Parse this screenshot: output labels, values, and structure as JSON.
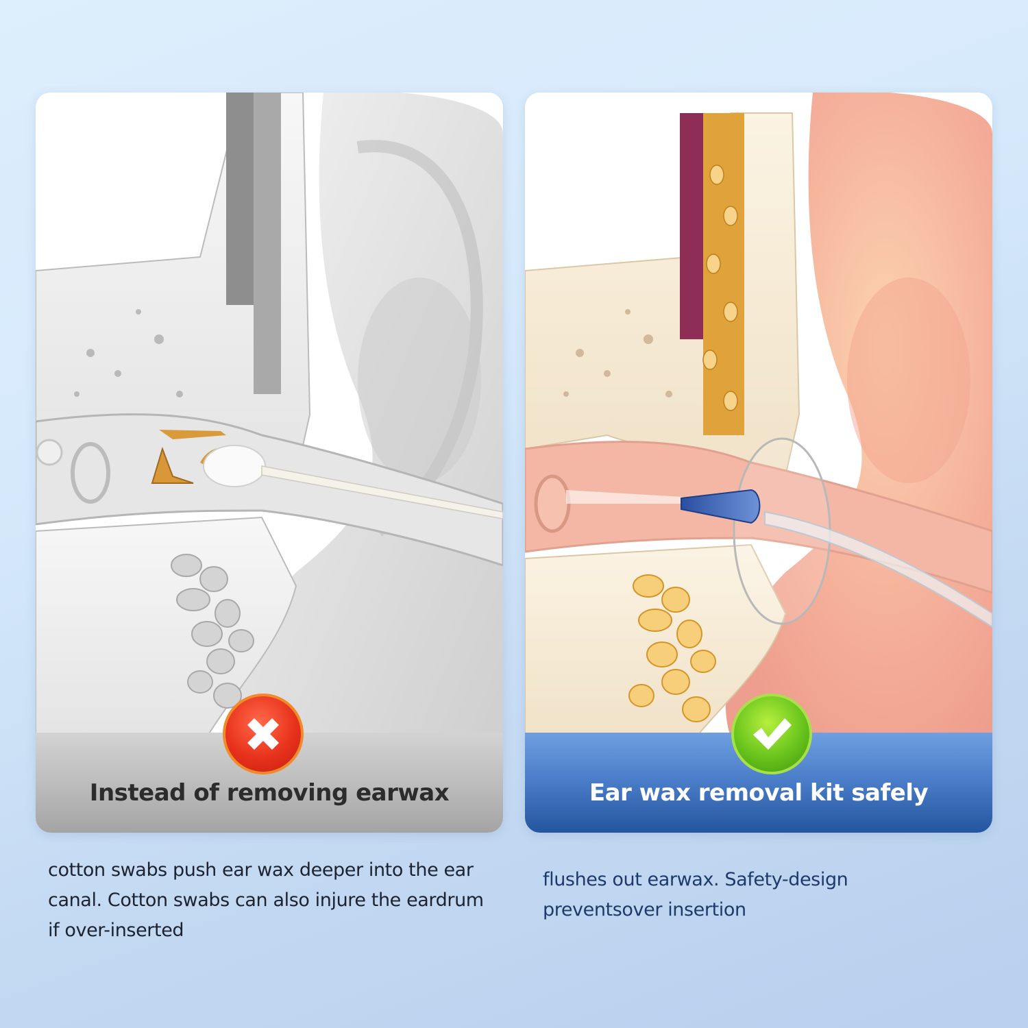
{
  "panels": {
    "bad": {
      "caption": "Instead of removing earwax",
      "badge_icon": "cross-icon",
      "badge_color": "#e8321c",
      "bar_color": "#bdbdbd",
      "illustration": "grayscale ear canal cross-section with cotton swab pushing earwax deeper",
      "description": "cotton swabs push ear wax deeper into the ear canal. Cotton swabs can also injure the eardrum if over-inserted"
    },
    "good": {
      "caption": "Ear wax removal kit safely",
      "badge_icon": "checkmark-icon",
      "badge_color": "#68c41c",
      "bar_color": "#3f6fb8",
      "illustration": "colored ear canal cross-section with blue irrigation tip and safety flange flushing earwax",
      "description": "flushes out earwax. Safety-design preventsover insertion"
    }
  },
  "colors": {
    "background": "#d6e9fb",
    "accent_blue": "#24569f",
    "text_dark": "#1c2230"
  }
}
